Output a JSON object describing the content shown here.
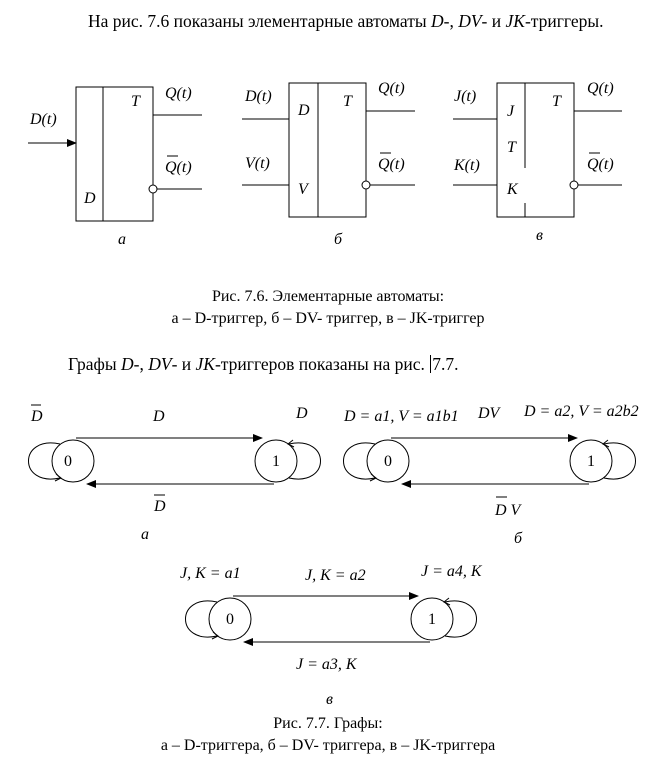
{
  "intro": {
    "sentence_prefix": "На рис. 7.6 показаны элементарные автоматы ",
    "d_label": "D",
    "sep1": "-, ",
    "dv_label": "DV",
    "sep2": "- и ",
    "jk_label": "JK",
    "sentence_suffix": "-триггеры."
  },
  "fig76": {
    "a": {
      "input_d": "D(t)",
      "inner_t": "T",
      "inner_d": "D",
      "out_q": "Q(t)",
      "out_qbar": "Q(t)",
      "sublabel": "а"
    },
    "b": {
      "input_d": "D(t)",
      "input_v": "V(t)",
      "inner_d": "D",
      "inner_v": "V",
      "inner_t": "T",
      "out_q": "Q(t)",
      "out_qbar": "Q(t)",
      "sublabel": "б"
    },
    "c": {
      "input_j": "J(t)",
      "input_k": "K(t)",
      "inner_j": "J",
      "inner_tt": "T",
      "inner_k": "K",
      "inner_t": "T",
      "out_q": "Q(t)",
      "out_qbar": "Q(t)",
      "sublabel": "в"
    },
    "caption_line1": "Рис. 7.6. Элементарные автоматы:",
    "caption_line2": "а – D-триггер, б – DV- триггер, в – JK-триггер"
  },
  "para2": {
    "prefix": "Графы ",
    "d": "D",
    "s1": "-, ",
    "dv": "DV",
    "s2": "- и ",
    "jk": "JK",
    "s3": "-триггеров показаны на рис. ",
    "s4": "7.7."
  },
  "fig77": {
    "a": {
      "state0": "0",
      "state1": "1",
      "loop0": "D",
      "loop1": "D",
      "top_edge": "D",
      "bottom_edge": "D",
      "sublabel": "а"
    },
    "b": {
      "state0": "0",
      "state1": "1",
      "loop0_label": "D = a1, V = a1b1",
      "top_edge": "DV",
      "loop1_label": "D = a2, V = a2b2",
      "bottom_edge": "D V",
      "sublabel": "б"
    },
    "c": {
      "state0": "0",
      "state1": "1",
      "loop0_label": "J, K = a1",
      "top_edge": "J, K = a2",
      "loop1_label": "J = a4, K",
      "bottom_edge": "J = a3, K",
      "sublabel": "в"
    },
    "caption_line1": "Рис. 7.7. Графы:",
    "caption_line2": "а – D-триггера, б – DV- триггера, в – JK-триггера"
  }
}
